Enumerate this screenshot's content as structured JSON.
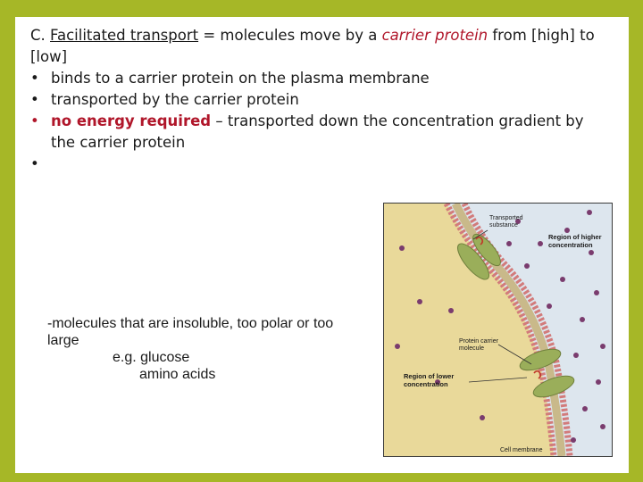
{
  "slide": {
    "title": {
      "prefix": "C. ",
      "term": "Facilitated transport",
      "mid": " = molecules move by a ",
      "carrier": "carrier protein",
      "suffix": " from [high] to [low]"
    },
    "bullets": [
      "binds to a carrier protein on the plasma membrane",
      "transported by the carrier protein"
    ],
    "energy_bullet": {
      "bold": "no energy required",
      "rest": " – transported down the concentration gradient by the carrier protein"
    },
    "notes": {
      "line1": "-molecules that are insoluble, too polar or too large",
      "line2": "e.g. glucose",
      "line3": "amino acids"
    }
  },
  "figure": {
    "labels": {
      "transported": [
        "Transported",
        "substance"
      ],
      "higher": [
        "Region of higher",
        "concentration"
      ],
      "protein": [
        "Protein carrier",
        "molecule"
      ],
      "lower": [
        "Region of lower",
        "concentration"
      ],
      "membrane": "Cell membrane"
    },
    "colors": {
      "cytoplasm": "#e9d99a",
      "outside": "#dde6ee",
      "lipid_head": "#d27b7b",
      "protein": "#9aae5a",
      "molecule": "#7a3c6e"
    }
  }
}
